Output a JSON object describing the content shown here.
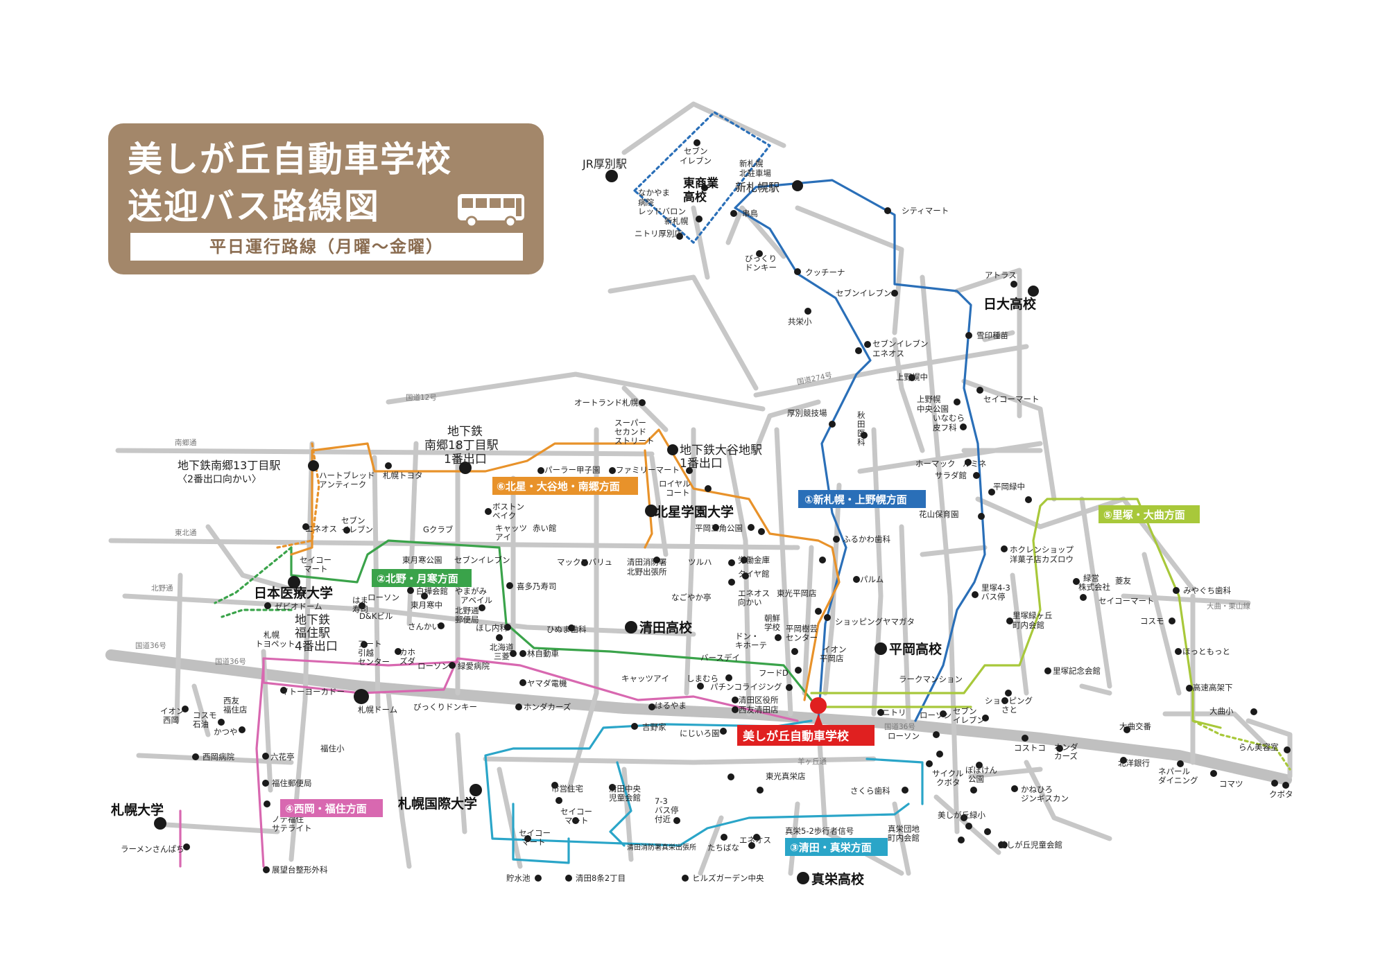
{
  "title": {
    "line1": "美しが丘自動車学校",
    "line2": "送迎バス路線図",
    "subtitle": "平日運行路線（月曜～金曜）",
    "bg_color": "#a3876a"
  },
  "colors": {
    "route1": "#2a6fb8",
    "route2": "#3aa34a",
    "route3": "#2aa5c8",
    "route4": "#d868b0",
    "route5": "#a8c83a",
    "route6": "#e8922a",
    "school": "#e02020"
  },
  "routes": [
    {
      "id": "route1",
      "label": "①新札幌・上野幌方面",
      "color": "#2a6fb8"
    },
    {
      "id": "route2",
      "label": "②北野・月寒方面",
      "color": "#3aa34a"
    },
    {
      "id": "route3",
      "label": "③清田・真栄方面",
      "color": "#2aa5c8"
    },
    {
      "id": "route4",
      "label": "④西岡・福住方面",
      "color": "#d868b0"
    },
    {
      "id": "route5",
      "label": "⑤里塚・大曲方面",
      "color": "#a8c83a"
    },
    {
      "id": "route6",
      "label": "⑥北星・大谷地・南郷方面",
      "color": "#e8922a"
    }
  ],
  "school": {
    "label": "美しが丘自動車学校"
  },
  "road_names": {
    "r12": "国道12号",
    "r274": "国道274号",
    "r36_left": "国道36号",
    "r36_mid": "国道36号",
    "r36_right": "国道36号",
    "nango": "南郷通",
    "higashikita": "東北通",
    "hokuya": "北野通",
    "hitsujigaoka": "羊ヶ丘通",
    "omagari": "大曲・栗山線"
  },
  "landmarks": {
    "jr_atsubetsu": "JR厚別駅",
    "seven_a": "セブン",
    "seven_b": "イレブン",
    "shinsap_kitaa": "新札幌",
    "shinsap_kitab": "北駐車場",
    "shinsap_station": "新札幌駅",
    "higashi_shogyo_a": "東商業",
    "higashi_shogyo_b": "高校",
    "nakayama_a": "なかやま",
    "nakayama_b": "病院",
    "red_baron": "レッドバロン",
    "shinsap_small": "新札幌",
    "kushiro": "串鳥",
    "nitori_atsubetsu": "ニトリ厚別店",
    "city_mart": "シティマート",
    "bikkuri_a": "びっくり",
    "bikkuri_b": "ドンキー",
    "kucchina": "クッチーナ",
    "seven_2": "セブンイレブン",
    "atorasu": "アトラス",
    "nichidai": "日大高校",
    "kyoei": "共栄小",
    "yukijirushi": "雪印種苗",
    "seven_3": "セブンイレブン",
    "eneos_1": "エネオス",
    "uenoppo_chu": "上野幌中",
    "uenoppo_park_a": "上野幌",
    "uenoppo_park_b": "中央公園",
    "inamura_a": "いなむら",
    "inamura_b": "皮フ科",
    "seicomart_1": "セイコーマート",
    "autoland": "オートランド札幌",
    "super_a": "スーパー",
    "super_b": "セカンド",
    "super_c": "ストリート",
    "atsubetsu_kyogi": "厚別競技場",
    "akita_a": "秋",
    "akita_b": "田",
    "akita_c": "医",
    "akita_d": "科",
    "nango18_a": "地下鉄",
    "nango18_b": "南郷18丁目駅",
    "nango18_c": "1番出口",
    "oyachi_a": "地下鉄大谷地駅",
    "oyachi_b": "1番出口",
    "nango13_a": "地下鉄南郷13丁目駅",
    "nango13_b": "〈2番出口向かい〉",
    "heartbread_a": "ハートブレッド",
    "heartbread_b": "アンティーク",
    "sapporo_toyota": "札幌トヨタ",
    "parlor_koshien": "パーラー甲子園",
    "familymart": "ファミリーマート",
    "royal_a": "ロイヤル",
    "royal_b": "コート",
    "homac": "ホーマック",
    "lumine": "ルミネ",
    "sarada": "サラダ館",
    "hiraoka_ryoku": "平岡緑中",
    "hanayama": "花山保育園",
    "hokusei_univ": "北星学園大学",
    "boston_a": "ボストン",
    "boston_b": "ベイク",
    "eneos_2": "エネオス",
    "seven_4a": "セブン",
    "seven_4b": "イレブン",
    "g_club": "Gクラブ",
    "cabbage_a": "キャッツ",
    "cabbage_b": "アイ",
    "akaikan": "赤い館",
    "hiraoka3": "平岡三角公園",
    "furukawa": "ふるかわ歯科",
    "horen_a": "ホクレンショップ",
    "horen_b": "洋菓子店カズロウ",
    "seicomart_2a": "セイコー",
    "seicomart_2b": "マート",
    "tsukisamu_park": "東月寒公園",
    "seven_5": "セブンイレブン",
    "maxvalu": "マックスバリュ",
    "kiyota_fire_a": "清田消防署",
    "kiyota_fire_b": "北野出張所",
    "tsuruha": "ツルハ",
    "rodo_kinko": "労働金庫",
    "tire_ya": "タイヤ館",
    "ryokusho_a": "緑営",
    "ryokusho_b": "株式会社",
    "hishitomo": "菱友",
    "miyagi": "みやぐち歯科",
    "nihon_iryo": "日本医療大学",
    "hakuju_a": "はま",
    "hakuju_b": "寿司",
    "lawson_1": "ローソン",
    "shirahata": "白樺会館",
    "yamagami_a": "やまがみ",
    "yamagami_b": "アベイル",
    "kita": "喜多乃寿司",
    "nagoya": "なごやか亭",
    "eneos_3a": "エネオス",
    "eneos_3b": "向かい",
    "higashi_hiraoka": "東光平岡店",
    "palm": "パルム",
    "satozuka43_a": "里塚4-3",
    "satozuka43_b": "バス停",
    "seicomart_3": "セイコーマート",
    "zebi_dome": "ゼビオドーム",
    "fukuzumi_a": "地下鉄",
    "fukuzumi_b": "福住駅",
    "fukuzumi_c": "4番出口",
    "dk_bi": "D&Kビル",
    "higashi_tsukisamu_chu": "東月寒中",
    "kitano_post_a": "北野通",
    "kitano_post_b": "郵便局",
    "sankai": "さんかい",
    "hoshi_naika": "ほし内科",
    "hinuma": "ひぬま歯科",
    "kiyota_high": "清田高校",
    "chosen_a": "朝鮮",
    "chosen_b": "学校",
    "hiraoka_jusei_a": "平岡樹芸",
    "hiraoka_jusei_b": "センター",
    "shopping_yamagata": "ショッピングヤマガタ",
    "hiraoka_high": "平岡高校",
    "satozuka_ryoku_a": "里塚緑ヶ丘",
    "satozuka_ryoku_b": "町内会館",
    "cosmo_1": "コスモ",
    "hottomotto": "ほっともっと",
    "omagari_bridge": "大曲・栗山線",
    "sapporo_toyopet_a": "札幌",
    "sapporo_toyopet_b": "トヨペット",
    "art_a": "アート",
    "art_b": "引越",
    "art_c": "センター",
    "kaho_a": "カホ",
    "kaho_b": "ズダ",
    "lawson_2": "ローソン",
    "ryokuai": "緑愛病院",
    "hokkaido_a": "北海道",
    "hokkaido_b": "三菱",
    "hayashi": "林自動車",
    "don_a": "ドン・",
    "don_b": "キホーテ",
    "birthday": "バースデイ",
    "aeon_a": "イオン",
    "aeon_b": "平岡店",
    "frontier_a": "フード",
    "frontier_b": "D",
    "yamada": "ヤマダ電機",
    "cat_eye": "キャッツアイ",
    "shimamura": "しまむら",
    "pachinko": "パチンコライジング",
    "satozuka_kinen": "里塚記念会館",
    "kosoku": "高速高架下",
    "lark": "ラークマンション",
    "itoyokado": "イトーヨーカドー",
    "nishitomo_a": "西友",
    "nishitomo_b": "福住店",
    "honda_cars_1": "ホンダカーズ",
    "harumaya": "はるやま",
    "kiyota_ward": "清田区役所",
    "nishitomo_kiyota": "西友清田店",
    "nitori_2": "ニトリ",
    "lawson_3": "ローソン",
    "seven_6a": "セブン",
    "seven_6b": "イレブン",
    "shopping_a": "ショッピング",
    "shopping_b": "さと",
    "omagari_sho": "大曲小",
    "aeon_nishioka_a": "イオン",
    "aeon_nishioka_b": "西岡",
    "cosmo_2a": "コスモ",
    "cosmo_2b": "石油",
    "katsuya": "かつや",
    "sapporo_dome": "札幌ドーム",
    "bikkuri_2": "びっくりドンキー",
    "yoshinoya": "吉野家",
    "nijiiro": "にじいろ園",
    "lawson_4": "ローソン",
    "omagari_koban": "大曲交番",
    "nishioka_hosp": "西岡病院",
    "rokkatei": "六花亭",
    "fukuzumi_sho": "福住小",
    "kosutoko": "コストコ",
    "honda_cars_2a": "ホンダ",
    "honda_cars_2b": "カーズ",
    "hokuyo": "北洋銀行",
    "ran_biyoshitsu": "らん美容室",
    "higashi_shinei": "東光真栄店",
    "fukuzumi_post": "福住郵便局",
    "shimin_a": "市営住宅",
    "kiyota_chuo_a": "清田中央",
    "kiyota_chuo_b": "児童会館",
    "sakura": "さくら歯科",
    "cycle_a": "サイクル",
    "cycle_b": "クボタ",
    "popoken_a": "ぽぽけん",
    "popoken_b": "公園",
    "nepal_a": "ネパール",
    "nepal_b": "ダイニング",
    "komatsu": "コマツ",
    "kubota": "クボタ",
    "kanehiro_a": "かねひろ",
    "kanehiro_b": "ジンギスカン",
    "sapporo_univ": "札幌大学",
    "sapporo_kokusai": "札幌国際大学",
    "nishioka_fukuzumi": "④西岡・福住方面",
    "notre_a": "ノテ福住",
    "notre_b": "サテライト",
    "seicomart_4a": "セイコー",
    "seicomart_4b": "マート",
    "bus73_a": "7-3",
    "bus73_b": "バス停",
    "bus73_c": "付近",
    "shinei52": "真栄5-2歩行者信号",
    "shinei_danchi_a": "真栄団地",
    "shinei_danchi_b": "町内会館",
    "utsukushi_ryoku": "美しが丘緑小",
    "ramen": "ラーメンさんぱち",
    "seicomart_5a": "セイコー",
    "seicomart_5b": "マート",
    "kiyota_shinkan": "清田消防署真栄出張所",
    "tachibana": "たちばな",
    "eneos_4": "エネオス",
    "utsukushi_jido": "美しが丘児童会館",
    "tenbodai": "展望台整形外科",
    "chosuichi": "貯水池",
    "kiyota82": "清田8条2丁目",
    "hills": "ヒルズガーデン中央",
    "shinei_high": "真栄高校"
  }
}
